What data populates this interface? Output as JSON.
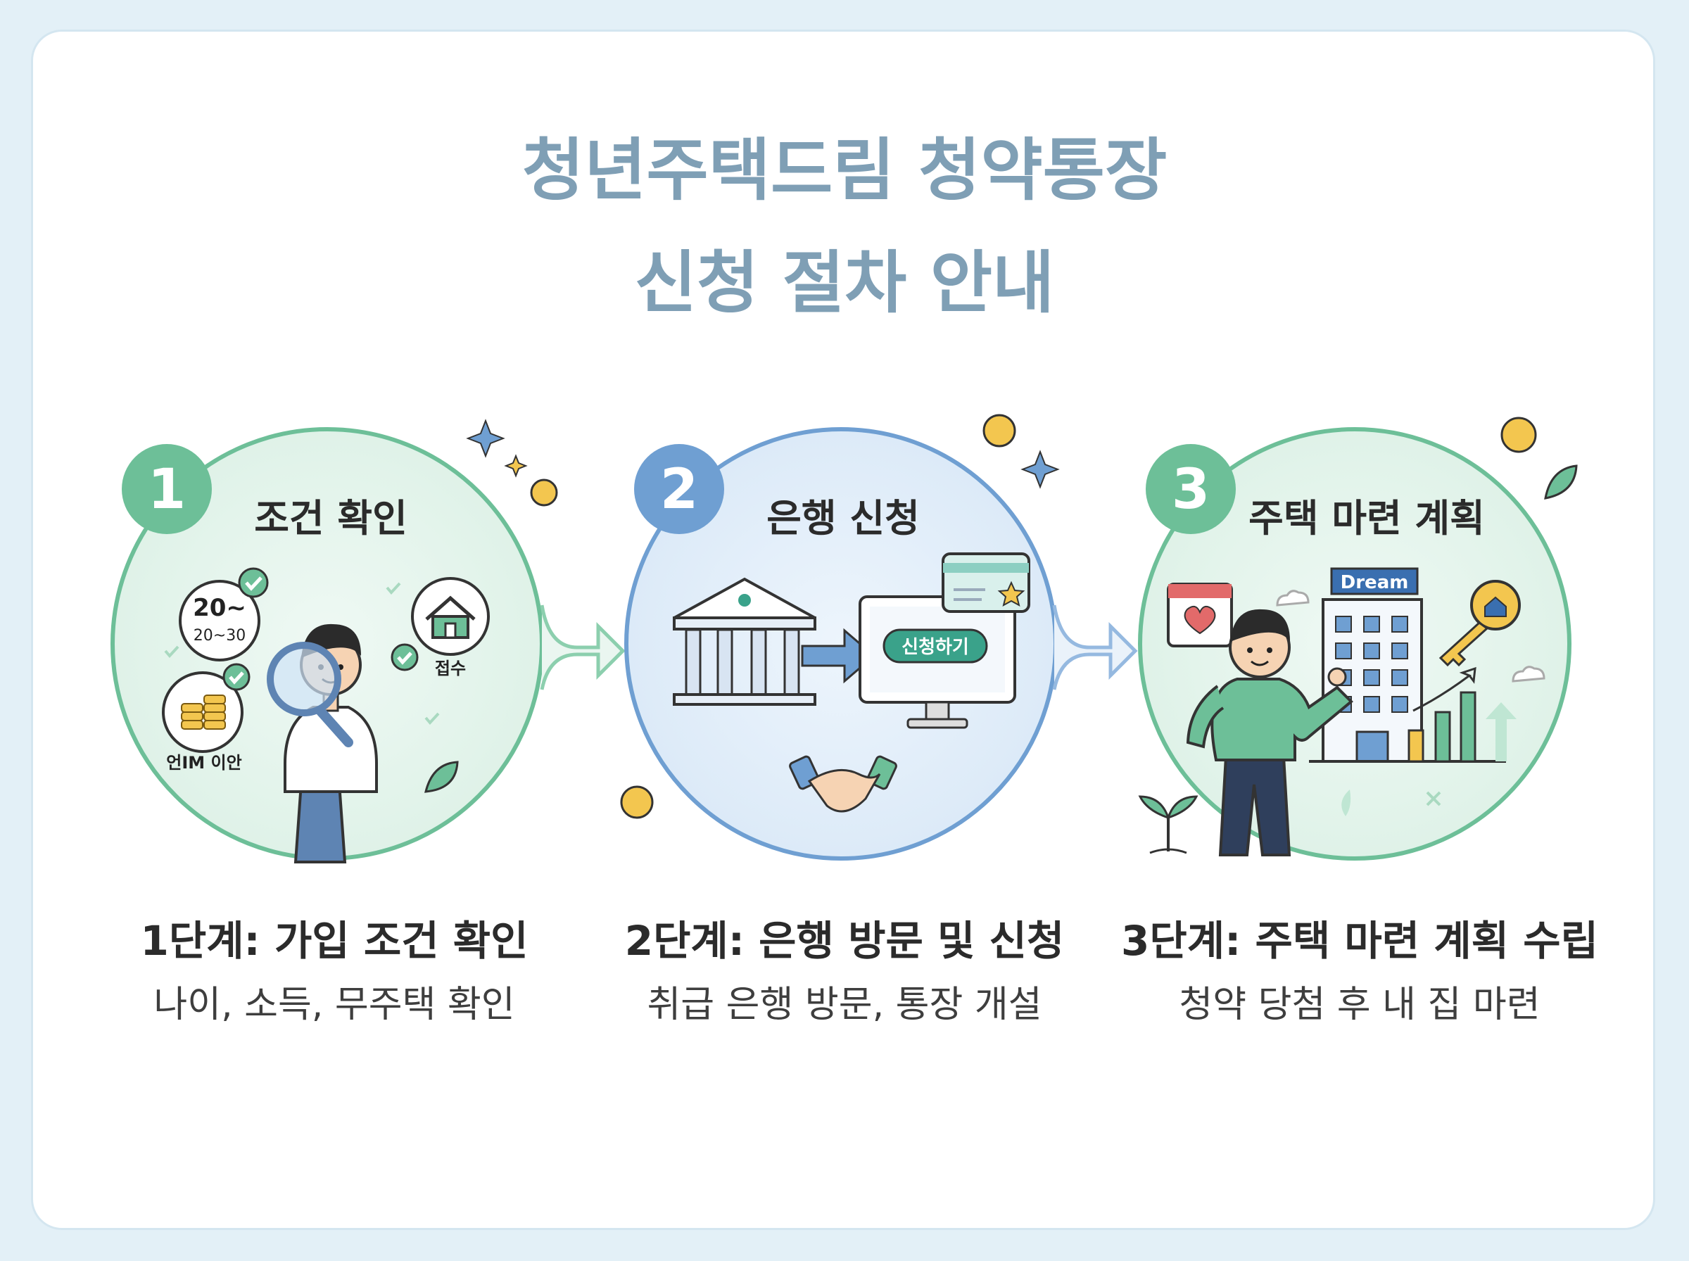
{
  "title_line1": "청년주택드림 청약통장",
  "title_line2": "신청 절차 안내",
  "colors": {
    "title": "#7f9fb5",
    "step1": "#6dbf98",
    "step2": "#6f9fd2",
    "step3": "#6dbf98",
    "circle_fill_green": "#e6f5ee",
    "circle_fill_blue": "#e3effa",
    "coin": "#f3c64f"
  },
  "steps": [
    {
      "number": "1",
      "circle_label": "조건 확인",
      "title": "1단계: 가입 조건 확인",
      "description": "나이, 소득, 무주택 확인",
      "badges": {
        "age_big": "20~",
        "age_small": "20~30",
        "income": "언IM 이안",
        "house": "접수"
      },
      "icons": [
        "magnifier-icon",
        "house-icon",
        "coins-icon",
        "check-icon",
        "leaf-icon"
      ]
    },
    {
      "number": "2",
      "circle_label": "은행 신청",
      "title": "2단계: 은행 방문 및 신청",
      "description": "취급 은행 방문, 통장 개설",
      "button_text": "신청하기",
      "icons": [
        "bank-icon",
        "arrow-icon",
        "monitor-icon",
        "card-icon",
        "handshake-icon"
      ]
    },
    {
      "number": "3",
      "circle_label": "주택 마련 계획",
      "title": "3단계: 주택 마련 계획 수립",
      "description": "청약 당첨 후 내 집 마련",
      "building_sign": "Dream",
      "icons": [
        "calendar-heart-icon",
        "building-icon",
        "key-icon",
        "bar-chart-icon",
        "sprout-icon"
      ]
    }
  ]
}
